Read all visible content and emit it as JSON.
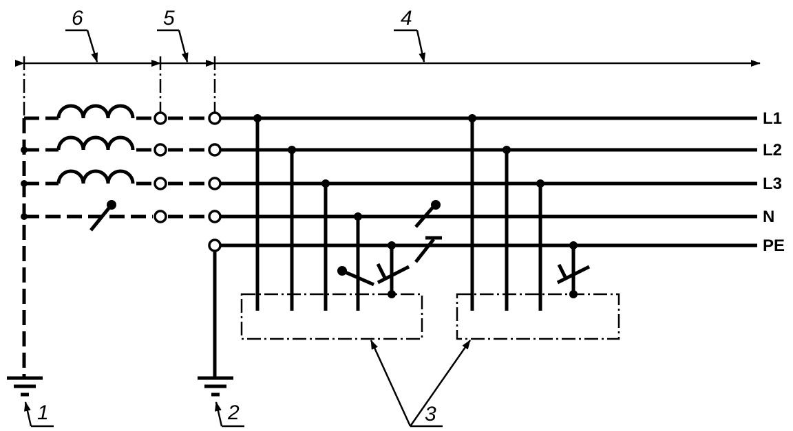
{
  "conductors": [
    "L1",
    "L2",
    "L3",
    "N",
    "PE"
  ],
  "callouts": [
    "1",
    "2",
    "3",
    "4",
    "5",
    "6"
  ]
}
